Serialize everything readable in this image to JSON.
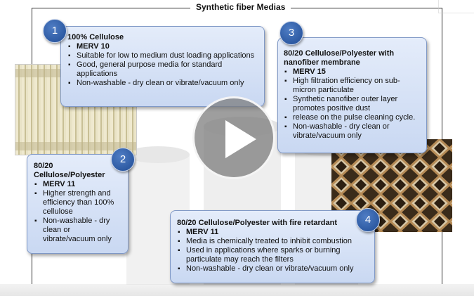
{
  "slide_title": "Synthetic fiber Medias",
  "callouts": [
    {
      "number": "1",
      "heading": "100% Cellulose",
      "items": [
        "MERV 10",
        "Suitable for low to medium dust loading applications",
        "Good, general purpose media for standard applications",
        "Non-washable - dry clean or vibrate/vacuum only"
      ]
    },
    {
      "number": "2",
      "heading": "80/20 Cellulose/Polyester",
      "items": [
        "MERV 11",
        "Higher strength and efficiency than 100% cellulose",
        "Non-washable - dry clean or vibrate/vacuum only"
      ]
    },
    {
      "number": "3",
      "heading": "80/20 Cellulose/Polyester with nanofiber membrane",
      "items": [
        "MERV 15",
        "High filtration efficiency on sub-micron particulate",
        "Synthetic nanofiber outer layer promotes positive dust",
        "release on the pulse cleaning cycle.",
        "Non-washable - dry clean or vibrate/vacuum only"
      ]
    },
    {
      "number": "4",
      "heading": "80/20 Cellulose/Polyester with fire retardant",
      "items": [
        "MERV 11",
        "Media is chemically treated to inhibit combustion",
        "Used in applications where sparks or burning particulate may reach the filters",
        "Non-washable - dry clean or vibrate/vacuum only"
      ]
    }
  ],
  "icons": {
    "play": "play-icon"
  },
  "colors": {
    "callout_top": "#e4ecfa",
    "callout_bottom": "#c9d8f2",
    "badge": "#1f4b94",
    "accent_border": "#7f98c6"
  }
}
